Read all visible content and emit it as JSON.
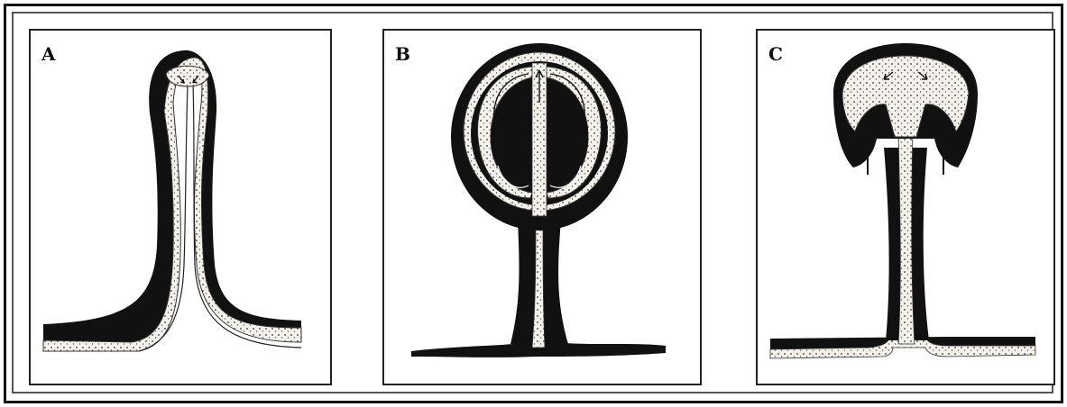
{
  "figure": {
    "panels": [
      {
        "label": "A"
      },
      {
        "label": "B"
      },
      {
        "label": "C"
      }
    ]
  },
  "colors": {
    "ink": "#111111",
    "pale": "#f4f1ea",
    "frame": "#222222"
  }
}
